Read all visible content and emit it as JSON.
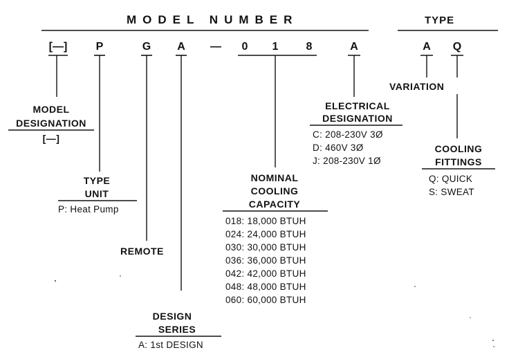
{
  "header": {
    "model_number": "MODEL NUMBER",
    "type": "TYPE"
  },
  "model_code": [
    "[—]",
    "P",
    "G",
    "A",
    "—",
    "0",
    "1",
    "8",
    "A"
  ],
  "type_code": [
    "A",
    "Q"
  ],
  "labels": {
    "model_designation": {
      "lines": [
        "MODEL",
        "DESIGNATION"
      ],
      "values": [
        "[—]"
      ]
    },
    "type_unit": {
      "lines": [
        "TYPE",
        "UNIT"
      ],
      "values": [
        "P: Heat Pump"
      ]
    },
    "remote": {
      "lines": [
        "REMOTE"
      ],
      "values": []
    },
    "design_series": {
      "lines": [
        "DESIGN",
        "SERIES"
      ],
      "values": [
        "A: 1st DESIGN"
      ]
    },
    "nominal_cooling_capacity": {
      "lines": [
        "NOMINAL",
        "COOLING",
        "CAPACITY"
      ],
      "values": [
        "018: 18,000 BTUH",
        "024: 24,000 BTUH",
        "030: 30,000 BTUH",
        "036: 36,000 BTUH",
        "042: 42,000 BTUH",
        "048: 48,000 BTUH",
        "060: 60,000 BTUH"
      ]
    },
    "electrical_designation": {
      "lines": [
        "ELECTRICAL",
        "DESIGNATION"
      ],
      "values": [
        "C: 208-230V 3Ø",
        "D: 460V 3Ø",
        "J: 208-230V 1Ø"
      ]
    },
    "variation": {
      "lines": [
        "VARIATION"
      ],
      "values": []
    },
    "cooling_fittings": {
      "lines": [
        "COOLING",
        "FITTINGS"
      ],
      "values": [
        "Q: QUICK",
        "S: SWEAT"
      ]
    }
  }
}
